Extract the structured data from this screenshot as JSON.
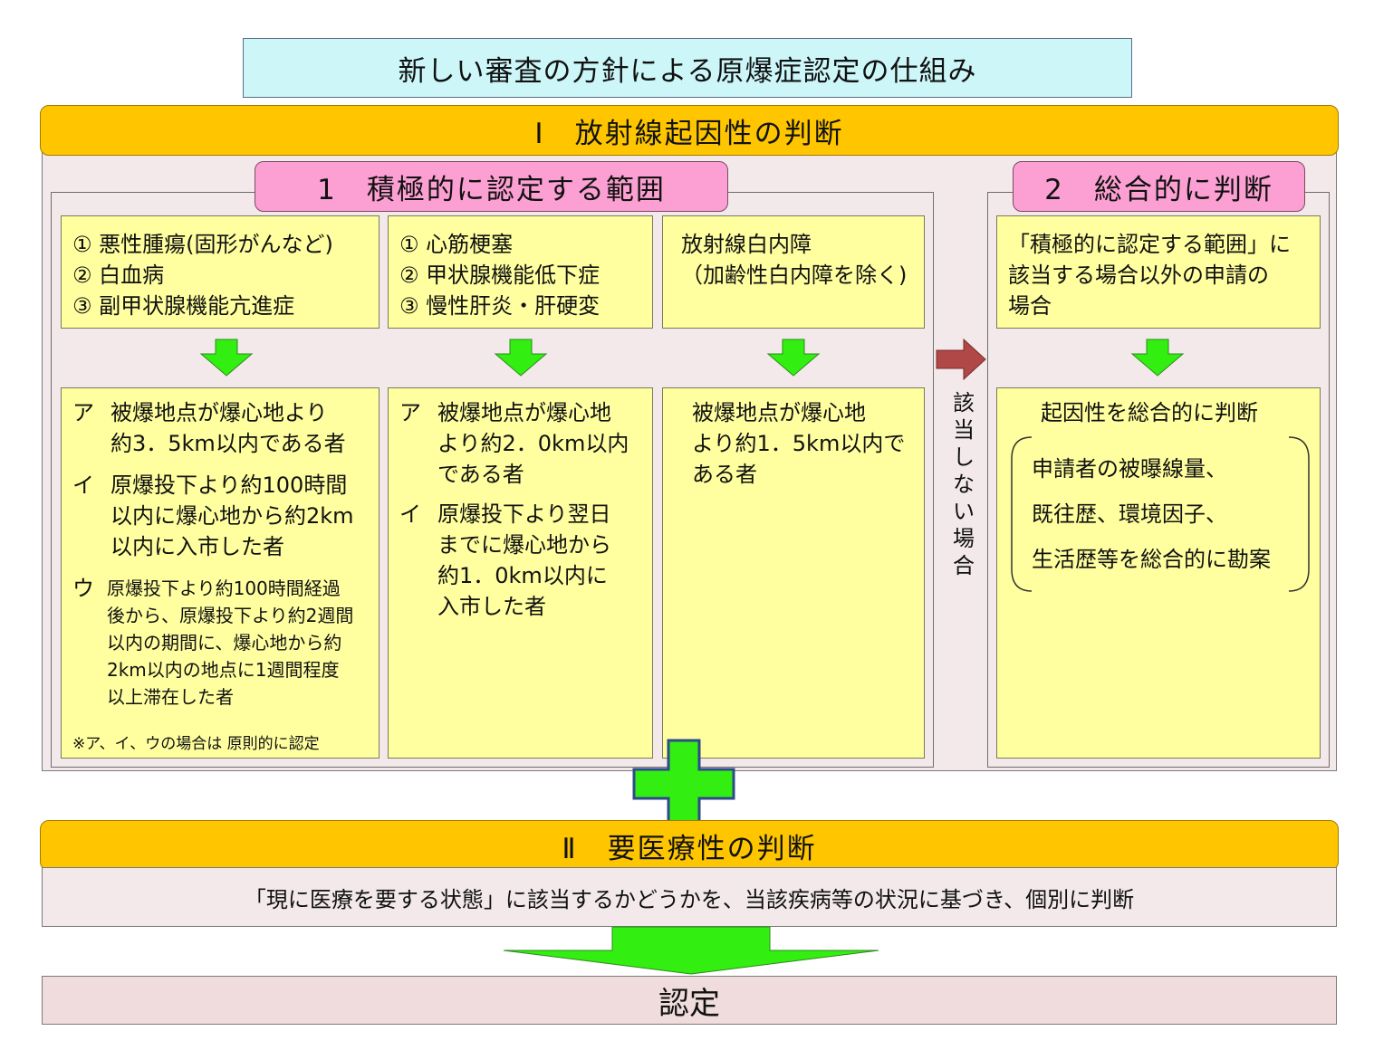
{
  "title": "新しい審査の方針による原爆症認定の仕組み",
  "section1": {
    "heading": "Ⅰ　放射線起因性の判断",
    "group1_label": "1　積極的に認定する範囲",
    "group2_label": "2　総合的に判断",
    "col_a": {
      "conditions": [
        "① 悪性腫瘍(固形がんなど)",
        "② 白血病",
        "③ 副甲状腺機能亢進症"
      ],
      "details": {
        "a_marker": "ア",
        "a_lines": [
          "被爆地点が爆心地より",
          "約3．5km以内である者"
        ],
        "i_marker": "イ",
        "i_lines": [
          "原爆投下より約100時間",
          "以内に爆心地から約2km",
          "以内に入市した者"
        ],
        "u_marker": "ウ",
        "u_lines": [
          "原爆投下より約100時間経過",
          "後から、原爆投下より約2週間",
          "以内の期間に、爆心地から約",
          "2km以内の地点に1週間程度",
          "以上滞在した者"
        ],
        "note": "※ア、イ、ウの場合は 原則的に認定"
      }
    },
    "col_b": {
      "conditions": [
        "① 心筋梗塞",
        "② 甲状腺機能低下症",
        "③ 慢性肝炎・肝硬変"
      ],
      "details": {
        "a_marker": "ア",
        "a_lines": [
          "被爆地点が爆心地",
          "より約2．0km以内",
          "である者"
        ],
        "i_marker": "イ",
        "i_lines": [
          "原爆投下より翌日",
          "までに爆心地から",
          "約1．0km以内に",
          "入市した者"
        ]
      }
    },
    "col_c": {
      "conditions": [
        "放射線白内障",
        "（加齢性白内障を除く)"
      ],
      "details": [
        "被爆地点が爆心地",
        "より約1．5km以内で",
        "ある者"
      ]
    },
    "not_applicable": "該当しない場合",
    "col_d": {
      "conditions": [
        "「積極的に認定する範囲」に",
        "該当する場合以外の申請の",
        "場合"
      ],
      "heading": "起因性を総合的に判断",
      "items": [
        "申請者の被曝線量、",
        "既往歴、環境因子、",
        "生活歴等を総合的に勘案"
      ]
    }
  },
  "section2": {
    "heading": "Ⅱ　要医療性の判断",
    "text": "「現に医療を要する状態」に該当するかどうかを、当該疾病等の状況に基づき、個別に判断"
  },
  "result": "認定",
  "colors": {
    "gold": "#ffc600",
    "pink": "#fca0d3",
    "yellow_box": "#ffff9f",
    "green_arrow": "#33ee11",
    "red_arrow": "#b04848",
    "title_bg": "#ccf6f8"
  }
}
